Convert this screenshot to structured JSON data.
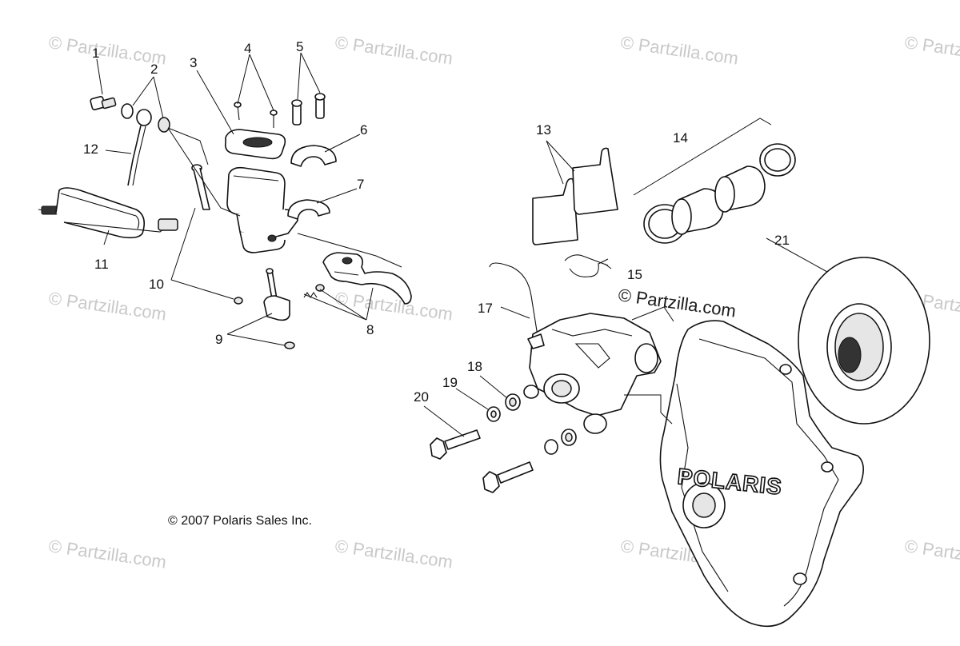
{
  "watermark": "© Partzilla.com",
  "copyright": "© 2007 Polaris Sales Inc.",
  "brand_logo": "POLARIS",
  "callouts": [
    "1",
    "2",
    "3",
    "4",
    "5",
    "6",
    "7",
    "8",
    "9",
    "10",
    "11",
    "12",
    "13",
    "14",
    "15",
    "17",
    "18",
    "19",
    "20",
    "21"
  ]
}
